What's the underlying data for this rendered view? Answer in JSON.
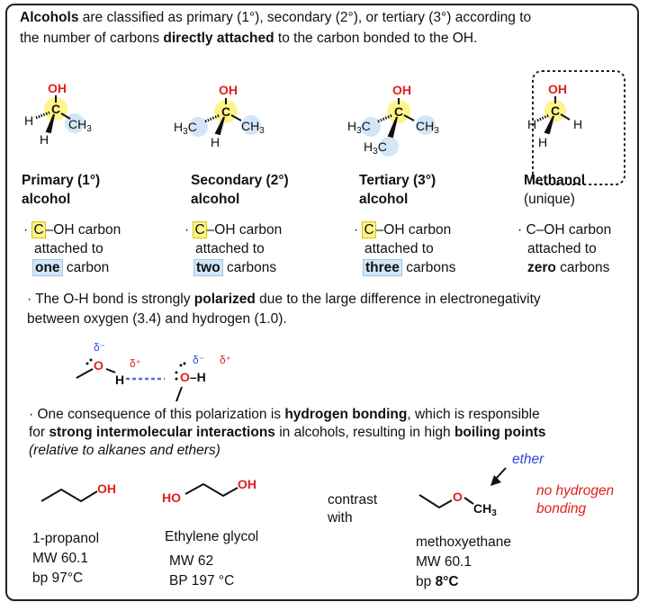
{
  "intro": {
    "b1": "Alcohols",
    "t1": " are classified as primary (1°), secondary (2°), or tertiary (3°) according to",
    "t2a": "the number of carbons ",
    "b2": "directly attached",
    "t2b": " to the carbon bonded to the OH."
  },
  "atoms": {
    "oh": "OH",
    "c": "C",
    "h": "H",
    "ch": "CH",
    "h3": "H",
    "c_after": "C",
    "three": "3"
  },
  "types": [
    {
      "name1": "Primary (1°)",
      "name2": "alcohol",
      "b_pre": "· ",
      "b_c": "C",
      "b_rest": "–OH carbon",
      "l2": "attached to",
      "count": "one",
      "l3": " carbon"
    },
    {
      "name1": "Secondary  (2°)",
      "name2": "alcohol",
      "b_pre": "· ",
      "b_c": "C",
      "b_rest": "–OH carbon",
      "l2": "attached to",
      "count": "two",
      "l3": " carbons"
    },
    {
      "name1": "Tertiary (3°)",
      "name2": "alcohol",
      "b_pre": "· ",
      "b_c": "C",
      "b_rest": "–OH carbon",
      "l2": "attached to",
      "count": "three",
      "l3": " carbons"
    },
    {
      "name1": "Methanol",
      "name2": "(unique)",
      "b_pre": "· ",
      "b_c": "C",
      "b_rest": "–OH carbon",
      "l2": "attached to",
      "count": "zero",
      "l3": " carbons"
    }
  ],
  "polar": {
    "t1a": "· The O-H bond is strongly ",
    "b1": "polarized",
    "t1b": " due to the large difference in electronegativity",
    "t2": "between oxygen (3.4) and hydrogen (1.0)."
  },
  "hbond": {
    "o": "O",
    "h": "H",
    "delta_minus": "δ⁻",
    "delta_plus": "δ⁺",
    "oh_bond": "O–H"
  },
  "consequence": {
    "t1a": "· One consequence of this polarization is ",
    "b1": "hydrogen bonding",
    "t1b": ", which is responsible",
    "t2a": "for ",
    "b2": "strong intermolecular interactions",
    "t2b": " in alcohols, resulting in high ",
    "b3": "boiling points",
    "t3": "(relative to alkanes and ethers)"
  },
  "compounds": [
    {
      "label": "OH",
      "name": "1-propanol",
      "mw": "MW 60.1",
      "bp": "bp 97°C"
    },
    {
      "label_left": "HO",
      "label": "OH",
      "name": "Ethylene glycol",
      "mw": "MW 62",
      "bp": "BP 197 °C"
    },
    {
      "o": "O",
      "name": "methoxyethane",
      "mw": "MW 60.1",
      "bp_pre": "bp ",
      "bp_val": "8°C"
    }
  ],
  "contrast": {
    "l1": "contrast",
    "l2": "with"
  },
  "ether_label": "ether",
  "no_hb": {
    "l1": "no hydrogen",
    "l2": "bonding"
  },
  "colors": {
    "oxygen": "#e0201b",
    "highlight_yellow": "#fff48a",
    "highlight_blue": "#d3e6f8",
    "hbond_blue": "#2a48d8"
  }
}
